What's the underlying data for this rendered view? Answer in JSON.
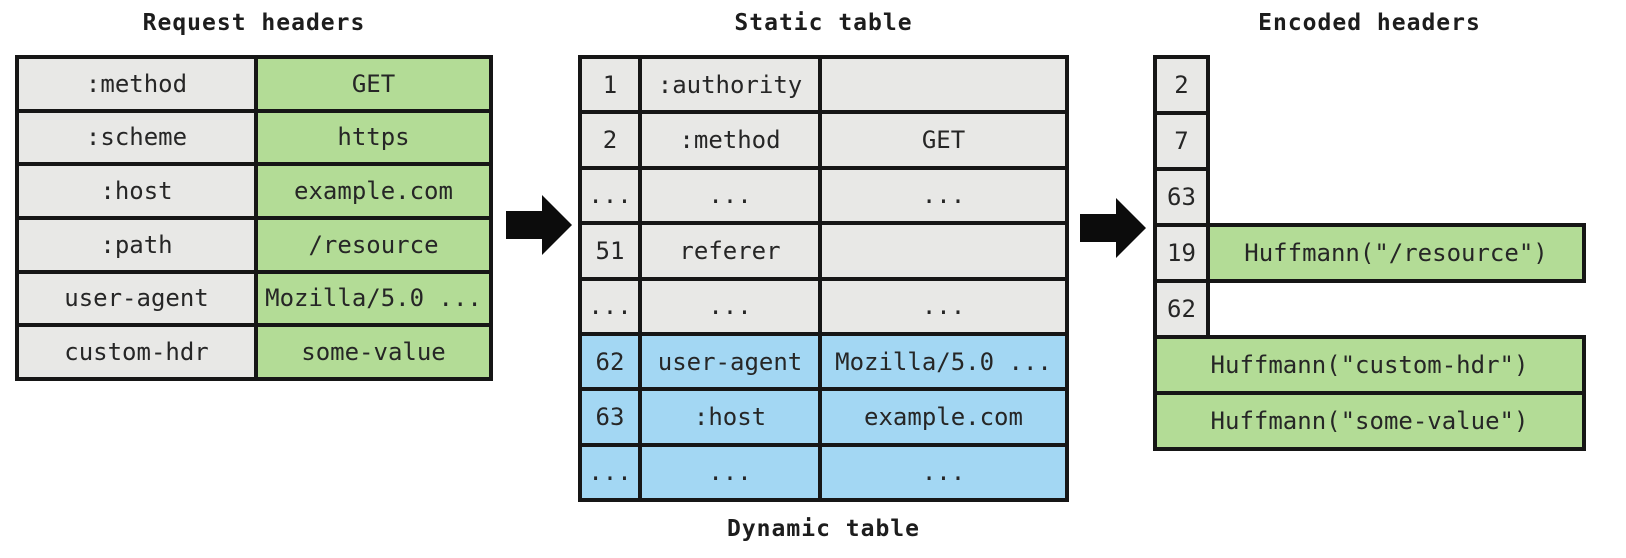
{
  "titles": {
    "request_headers": "Request headers",
    "static_table": "Static table",
    "dynamic_table": "Dynamic table",
    "encoded_headers": "Encoded headers"
  },
  "request_headers": {
    "rows": [
      {
        "name": ":method",
        "value": "GET"
      },
      {
        "name": ":scheme",
        "value": "https"
      },
      {
        "name": ":host",
        "value": "example.com"
      },
      {
        "name": ":path",
        "value": "/resource"
      },
      {
        "name": "user-agent",
        "value": "Mozilla/5.0 ..."
      },
      {
        "name": "custom-hdr",
        "value": "some-value"
      }
    ]
  },
  "static_table": {
    "rows": [
      {
        "index": "1",
        "name": ":authority",
        "value": "",
        "section": "static"
      },
      {
        "index": "2",
        "name": ":method",
        "value": "GET",
        "section": "static"
      },
      {
        "index": "...",
        "name": "...",
        "value": "...",
        "section": "static"
      },
      {
        "index": "51",
        "name": "referer",
        "value": "",
        "section": "static"
      },
      {
        "index": "...",
        "name": "...",
        "value": "...",
        "section": "static"
      },
      {
        "index": "62",
        "name": "user-agent",
        "value": "Mozilla/5.0 ...",
        "section": "dynamic"
      },
      {
        "index": "63",
        "name": ":host",
        "value": "example.com",
        "section": "dynamic"
      },
      {
        "index": "...",
        "name": "...",
        "value": "...",
        "section": "dynamic"
      }
    ]
  },
  "encoded_headers": {
    "index_cells": [
      "2",
      "7",
      "63",
      "19",
      "62"
    ],
    "resource_literal": "Huffmann(\"/resource\")",
    "literal_rows": [
      "Huffmann(\"custom-hdr\")",
      "Huffmann(\"some-value\")"
    ]
  },
  "colors": {
    "static_cell": "#e8e8e6",
    "value_cell": "#b3dc96",
    "dynamic_cell": "#a3d7f3",
    "line": "#161616"
  }
}
